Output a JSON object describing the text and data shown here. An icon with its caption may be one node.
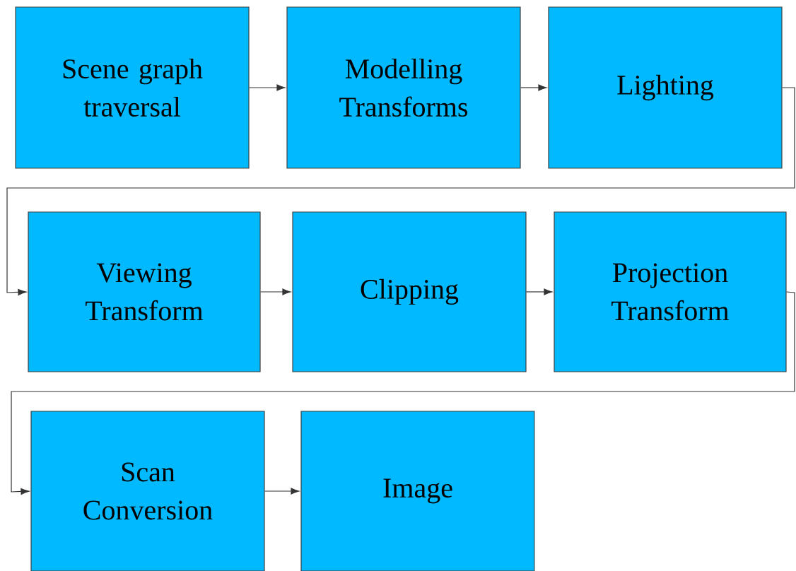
{
  "diagram": {
    "nodes": [
      {
        "text": [
          "Scene graph traversal"
        ]
      },
      {
        "text": [
          "Modelling Transforms"
        ]
      },
      {
        "text": [
          "Lighting"
        ]
      },
      {
        "text": [
          "Viewing Transform"
        ]
      },
      {
        "text": [
          "Clipping"
        ]
      },
      {
        "text": [
          "Projection Transform"
        ]
      },
      {
        "text": [
          "Scan Conversion"
        ]
      },
      {
        "text": [
          "Image"
        ]
      }
    ],
    "edges": [
      {
        "from": 0,
        "to": 1,
        "arrow": "to"
      },
      {
        "from": 1,
        "to": 2,
        "arrow": "to"
      },
      {
        "from": 2,
        "to": 3,
        "arrow": "to"
      },
      {
        "from": 3,
        "to": 4,
        "arrow": "to"
      },
      {
        "from": 4,
        "to": 5,
        "arrow": "to"
      },
      {
        "from": 5,
        "to": 6,
        "arrow": "to"
      },
      {
        "from": 6,
        "to": 7,
        "arrow": "to"
      }
    ]
  }
}
